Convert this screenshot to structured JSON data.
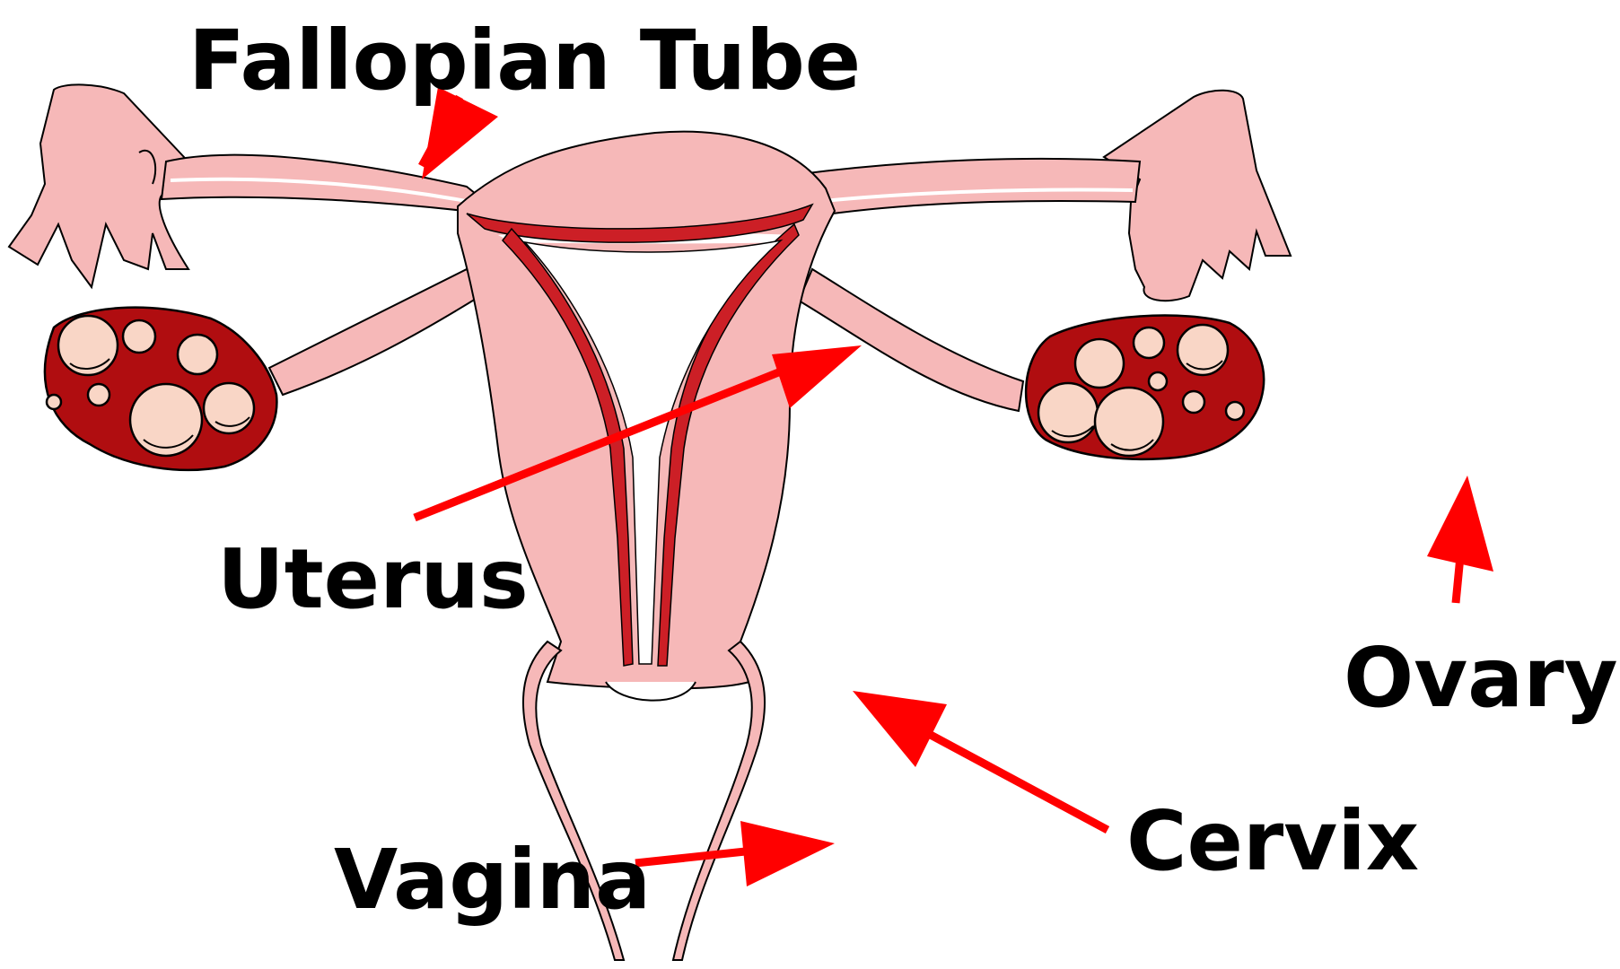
{
  "labels": {
    "fallopian_tube": "Fallopian Tube",
    "uterus": "Uterus",
    "ovary": "Ovary",
    "cervix": "Cervix",
    "vagina": "Vagina"
  },
  "colors": {
    "arrow": "#ff0000",
    "tissue": "#f6b8b8",
    "lining": "#cc1f26",
    "ovary": "#b00d10",
    "follicle": "#f9d6c6",
    "text": "#000000"
  }
}
